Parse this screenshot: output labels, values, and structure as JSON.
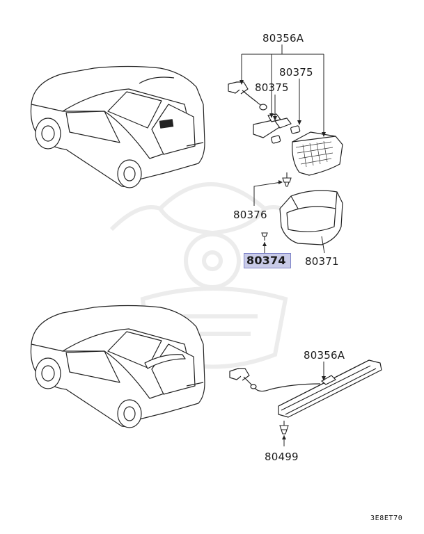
{
  "parts": {
    "lamp_assembly_top": "80356A",
    "bulb_a": "80375",
    "bulb_b": "80375",
    "screw_a": "80376",
    "screw_b": "80374",
    "lens_cover": "80371",
    "lamp_assembly_bottom": "80356A",
    "screw_c": "80499"
  },
  "highlighted_part": "80374",
  "diagram_code": "3E8ET70",
  "colors": {
    "highlight_fill": "#c9cbe8",
    "highlight_border": "#7f84c8",
    "line": "#222222",
    "watermark": "#ececec"
  }
}
